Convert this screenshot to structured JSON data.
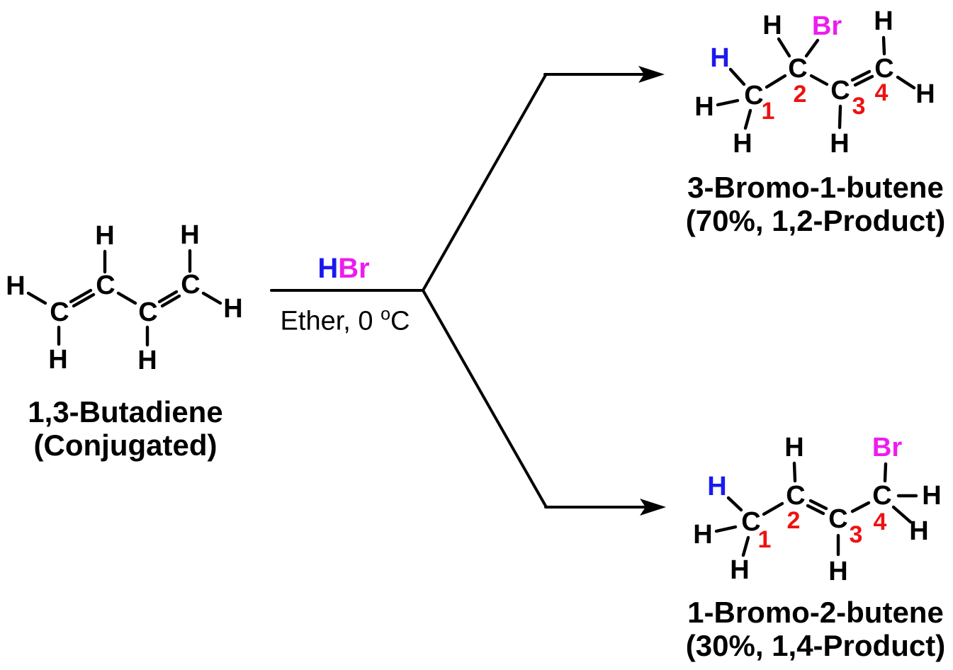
{
  "colors": {
    "ink": "#000000",
    "blue": "#1a1aee",
    "magenta": "#ee1cee",
    "red": "#ee1111"
  },
  "reaction": {
    "reagent_h": "H",
    "reagent_br": "Br",
    "conditions_text": "Ether, 0 ",
    "conditions_sup": "o",
    "conditions_unit": "C"
  },
  "butadiene": {
    "caption": [
      "1,3-Butadiene",
      "(Conjugated)"
    ],
    "atoms": {
      "h_left": "H",
      "c1": "C",
      "c2": "C",
      "c3": "C",
      "c4": "C",
      "h_right": "H",
      "h_top_c2": "H",
      "h_top_c4": "H",
      "h_bottom_c1": "H",
      "h_bottom_c3": "H"
    }
  },
  "product12": {
    "caption": [
      "3-Bromo-1-butene",
      "(70%, 1,2-Product)"
    ],
    "atoms": {
      "h_new": "H",
      "h_left": "H",
      "h_bottom_c1": "H",
      "c1": "C",
      "c2": "C",
      "h_top_c2": "H",
      "br": "Br",
      "c3": "C",
      "h_bottom_c3": "H",
      "c4": "C",
      "h_top_c4": "H",
      "h_right": "H"
    },
    "numbers": [
      "1",
      "2",
      "3",
      "4"
    ]
  },
  "product14": {
    "caption": [
      "1-Bromo-2-butene",
      "(30%, 1,4-Product)"
    ],
    "atoms": {
      "h_new": "H",
      "h_left": "H",
      "h_bottom_c1": "H",
      "c1": "C",
      "c2": "C",
      "h_top_c2": "H",
      "c3": "C",
      "h_bottom_c3": "H",
      "c4": "C",
      "br": "Br",
      "h_right": "H",
      "h_bottom_c4": "H"
    },
    "numbers": [
      "1",
      "2",
      "3",
      "4"
    ]
  }
}
